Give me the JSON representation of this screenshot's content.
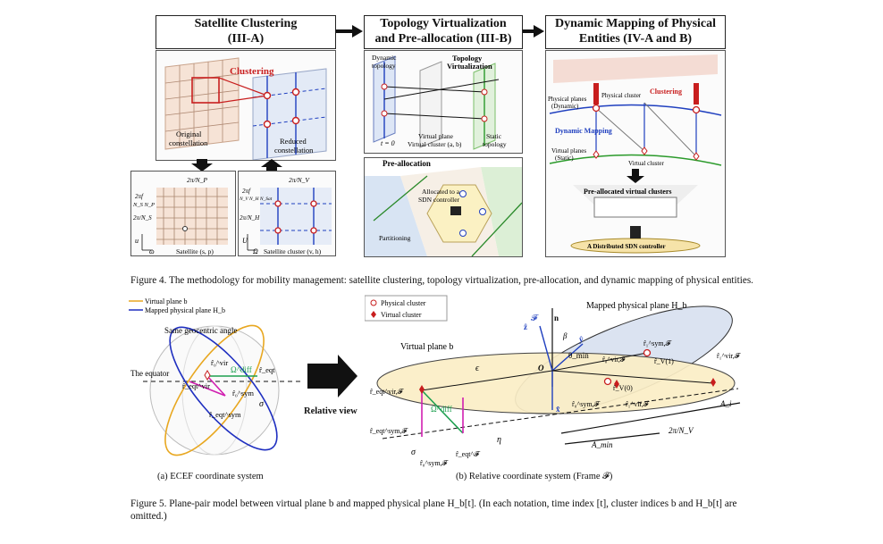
{
  "figure4": {
    "headers": {
      "clustering_line1": "Satellite Clustering",
      "clustering_line2": "(III-A)",
      "topology_line1": "Topology Virtualization",
      "topology_line2": "and Pre-allocation (III-B)",
      "mapping_line1": "Dynamic Mapping of Physical",
      "mapping_line2": "Entities (IV-A and B)"
    },
    "clustering_panel": {
      "clustering_label": "Clustering",
      "original_line1": "Original",
      "original_line2": "constellation",
      "reduced_line1": "Reduced",
      "reduced_line2": "constellation"
    },
    "grid_left": {
      "top_label": "2π/N_P",
      "side_label1": "2πf",
      "side_label2": "N_S N_P",
      "side_label3": "2π/N_S",
      "satellite_label": "Satellite (s, p)",
      "u_axis": "u",
      "w_axis": "ω"
    },
    "grid_right": {
      "top_label": "2π/N_V",
      "side_label1": "2πf",
      "side_label2": "N_V N_H N_Sat",
      "side_label3": "2π/N_H",
      "cluster_label": "Satellite cluster (v, h)",
      "u_axis": "U",
      "w_axis": "Ω"
    },
    "topology_panel": {
      "dynamic_line1": "Dynamic",
      "dynamic_line2": "topology",
      "title_line1": "Topology",
      "title_line2": "Virtualization",
      "t0": "t = 0",
      "virtual_plane": "Virtual plane",
      "virtual_cluster": "Virtual cluster (a, b)",
      "static_line1": "Static",
      "static_line2": "topology"
    },
    "preallocation_panel": {
      "title": "Pre-allocation",
      "allocated_line1": "Allocated to a",
      "allocated_line2": "SDN controller",
      "partitioning": "Partitioning"
    },
    "mapping_panel": {
      "physical_planes_line1": "Physical planes",
      "physical_planes_line2": "(Dynamic)",
      "physical_cluster": "Physical cluster",
      "clustering": "Clustering",
      "dynamic_mapping": "Dynamic Mapping",
      "virtual_planes_line1": "Virtual planes",
      "virtual_planes_line2": "(Static)",
      "virtual_cluster": "Virtual cluster",
      "preallocated": "Pre-allocated virtual clusters",
      "controller": "A Distributed SDN controller"
    },
    "caption": "Figure 4.  The methodology for mobility management: satellite clustering, topology virtualization, pre-allocation, and dynamic mapping of physical entities."
  },
  "figure5": {
    "left": {
      "legend_virtual": "Virtual plane b",
      "legend_mapped": "Mapped physical plane H_b",
      "same_angle": "Same geocentric angle",
      "equator": "The equator",
      "r0_vir": "r̂₀^vir",
      "omega_diff": "Ω^diff",
      "r_eqt": "r̂_eqt",
      "r_eqt_vir": "r̂_eqt^vir",
      "r0_sym": "r̂₀^sym",
      "sigma": "σ",
      "r_eqt_sym": "r̂_eqt^sym",
      "subcaption": "(a) ECEF coordinate system"
    },
    "arrow_label": "Relative view",
    "right": {
      "legend_physical": "Physical cluster",
      "legend_virtual": "Virtual cluster",
      "z_label": "ẑ",
      "f_label": "𝓕",
      "n_label": "n",
      "beta": "β",
      "y_label": "ŷ",
      "mapped_plane": "Mapped physical plane H_b",
      "virtual_plane": "Virtual plane b",
      "epsilon": "ϵ",
      "o_label": "O",
      "theta_min": "θ_min",
      "r0_vir_f": "r̂₀^vir,𝓕",
      "r1_sym_f": "r̂₁^sym,𝓕",
      "r1_vir_f": "r̂₁^vir,𝓕",
      "rv1": "r̂_V(1)",
      "rv0": "r̂_V(0)",
      "r_eqt_vir_f": "r̂_eqt^vir,𝓕",
      "omega_diff": "Ω^diff",
      "x_label": "x̂",
      "r0_sym_f_mid": "r̂₀^sym,𝓕",
      "r1_vir_f_low": "r̂₁^vir,𝓕",
      "a_i": "A_i",
      "r_eqt_sym_f": "r̂_eqt^sym,𝓕",
      "eta": "η",
      "a_min": "A_min",
      "two_pi_nv": "2π/N_V",
      "sigma": "σ",
      "r0_sym_f_low": "r̂₀^sym,𝓕",
      "r_eqt_f": "r̂_eqt^𝓕",
      "subcaption": "(b) Relative coordinate system (Frame 𝓕)"
    },
    "caption_line1": "Figure 5.  Plane-pair model between virtual plane b and mapped physical plane H_b[t]. (In each notation, time index [t], cluster indices b and H_b[t] are",
    "caption_line2": "omitted.)"
  }
}
